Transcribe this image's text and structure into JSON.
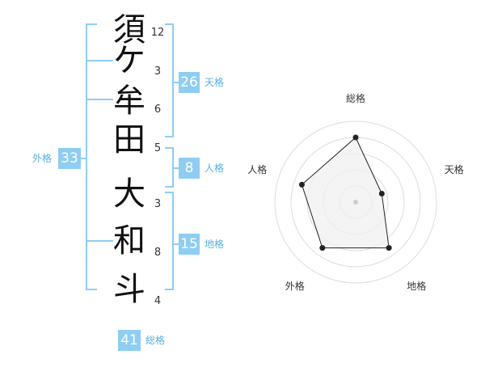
{
  "name": {
    "chars": [
      "須",
      "ケ",
      "牟",
      "田",
      "大",
      "和",
      "斗"
    ],
    "strokes": [
      "12",
      "3",
      "6",
      "5",
      "3",
      "8",
      "4"
    ]
  },
  "kaku": {
    "tenkaku": {
      "value": "26",
      "label": "天格"
    },
    "jinkaku": {
      "value": "8",
      "label": "人格"
    },
    "chikaku": {
      "value": "15",
      "label": "地格"
    },
    "gaikaku": {
      "value": "33",
      "label": "外格"
    },
    "soukaku": {
      "value": "41",
      "label": "総格"
    }
  },
  "chart_data": {
    "type": "radar",
    "axes": [
      "総格",
      "天格",
      "地格",
      "外格",
      "人格"
    ],
    "values": [
      4,
      1.7,
      3.5,
      3.5,
      3.5
    ],
    "max": 5,
    "rings": 5,
    "colors": {
      "fill": "#f0f0f0",
      "stroke": "#222222",
      "ring": "#dddddd",
      "accent": "#8fcdf3"
    }
  }
}
